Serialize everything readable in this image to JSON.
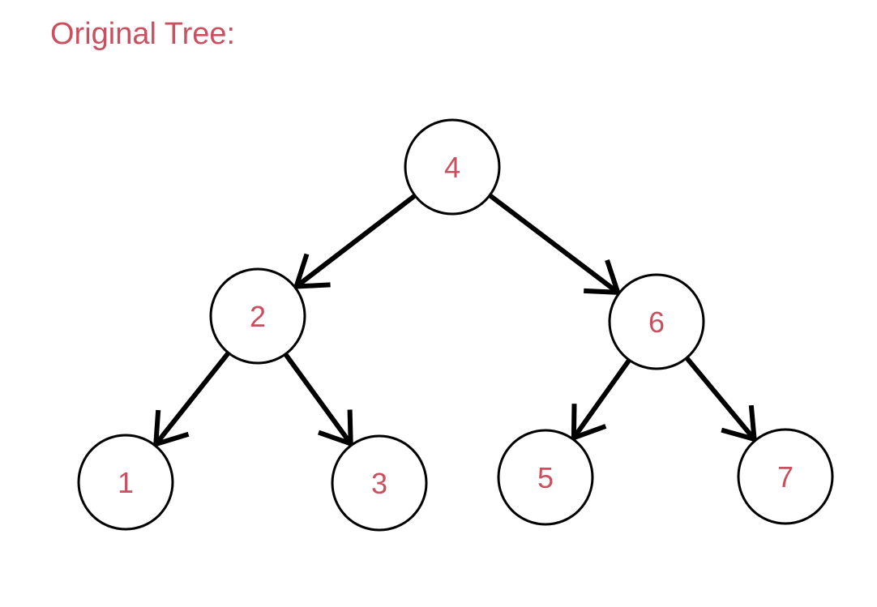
{
  "title": "Original Tree:",
  "colors": {
    "label": "#c8505f",
    "stroke": "#000000",
    "background": "#ffffff"
  },
  "tree": {
    "nodes": [
      {
        "id": "n4",
        "label": "4"
      },
      {
        "id": "n2",
        "label": "2"
      },
      {
        "id": "n6",
        "label": "6"
      },
      {
        "id": "n1",
        "label": "1"
      },
      {
        "id": "n3",
        "label": "3"
      },
      {
        "id": "n5",
        "label": "5"
      },
      {
        "id": "n7",
        "label": "7"
      }
    ],
    "edges": [
      {
        "from": "n4",
        "to": "n2"
      },
      {
        "from": "n4",
        "to": "n6"
      },
      {
        "from": "n2",
        "to": "n1"
      },
      {
        "from": "n2",
        "to": "n3"
      },
      {
        "from": "n6",
        "to": "n5"
      },
      {
        "from": "n6",
        "to": "n7"
      }
    ]
  }
}
